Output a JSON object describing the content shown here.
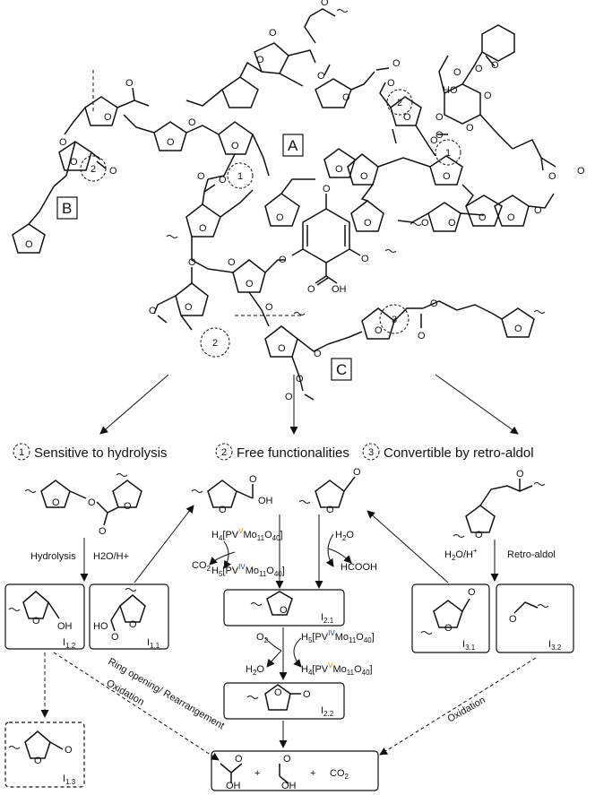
{
  "structure_labels": {
    "A": "A",
    "B": "B",
    "C": "C"
  },
  "site_markers": {
    "one": "1",
    "two": "2",
    "three": "3"
  },
  "atoms": {
    "O": "O",
    "OH": "OH",
    "HO": "HO"
  },
  "pathways": [
    {
      "number": "1",
      "title": "Sensitive to hydrolysis"
    },
    {
      "number": "2",
      "title": "Free functionalities"
    },
    {
      "number": "3",
      "title": "Convertible by retro-aldol"
    }
  ],
  "conditions": {
    "hydrolysis": "Hydrolysis",
    "acid_water": "H2O/H+",
    "retro_aldol": "Retro-aldol",
    "water": "H2O",
    "co2": "CO2",
    "hcooh": "HCOOH",
    "o2": "O2",
    "oxidation": "Oxidation",
    "ring_opening": "Ring opening/ Rearrangement"
  },
  "catalyst": {
    "h4_prefix": "H",
    "h4_n": "4",
    "pv": "[PV",
    "v_ox": "V",
    "iv_ox": "IV",
    "mo": "Mo",
    "mo_n": "11",
    "o": "O",
    "o_n": "40",
    "close": "]",
    "h5_n": "5"
  },
  "intermediates": [
    {
      "id": "I",
      "sub": "1.1"
    },
    {
      "id": "I",
      "sub": "1.2"
    },
    {
      "id": "I",
      "sub": "1.3"
    },
    {
      "id": "I",
      "sub": "2.1"
    },
    {
      "id": "I",
      "sub": "2.2"
    },
    {
      "id": "I",
      "sub": "3.1"
    },
    {
      "id": "I",
      "sub": "3.2"
    }
  ],
  "products": {
    "plus": "+",
    "co2": "CO2"
  }
}
